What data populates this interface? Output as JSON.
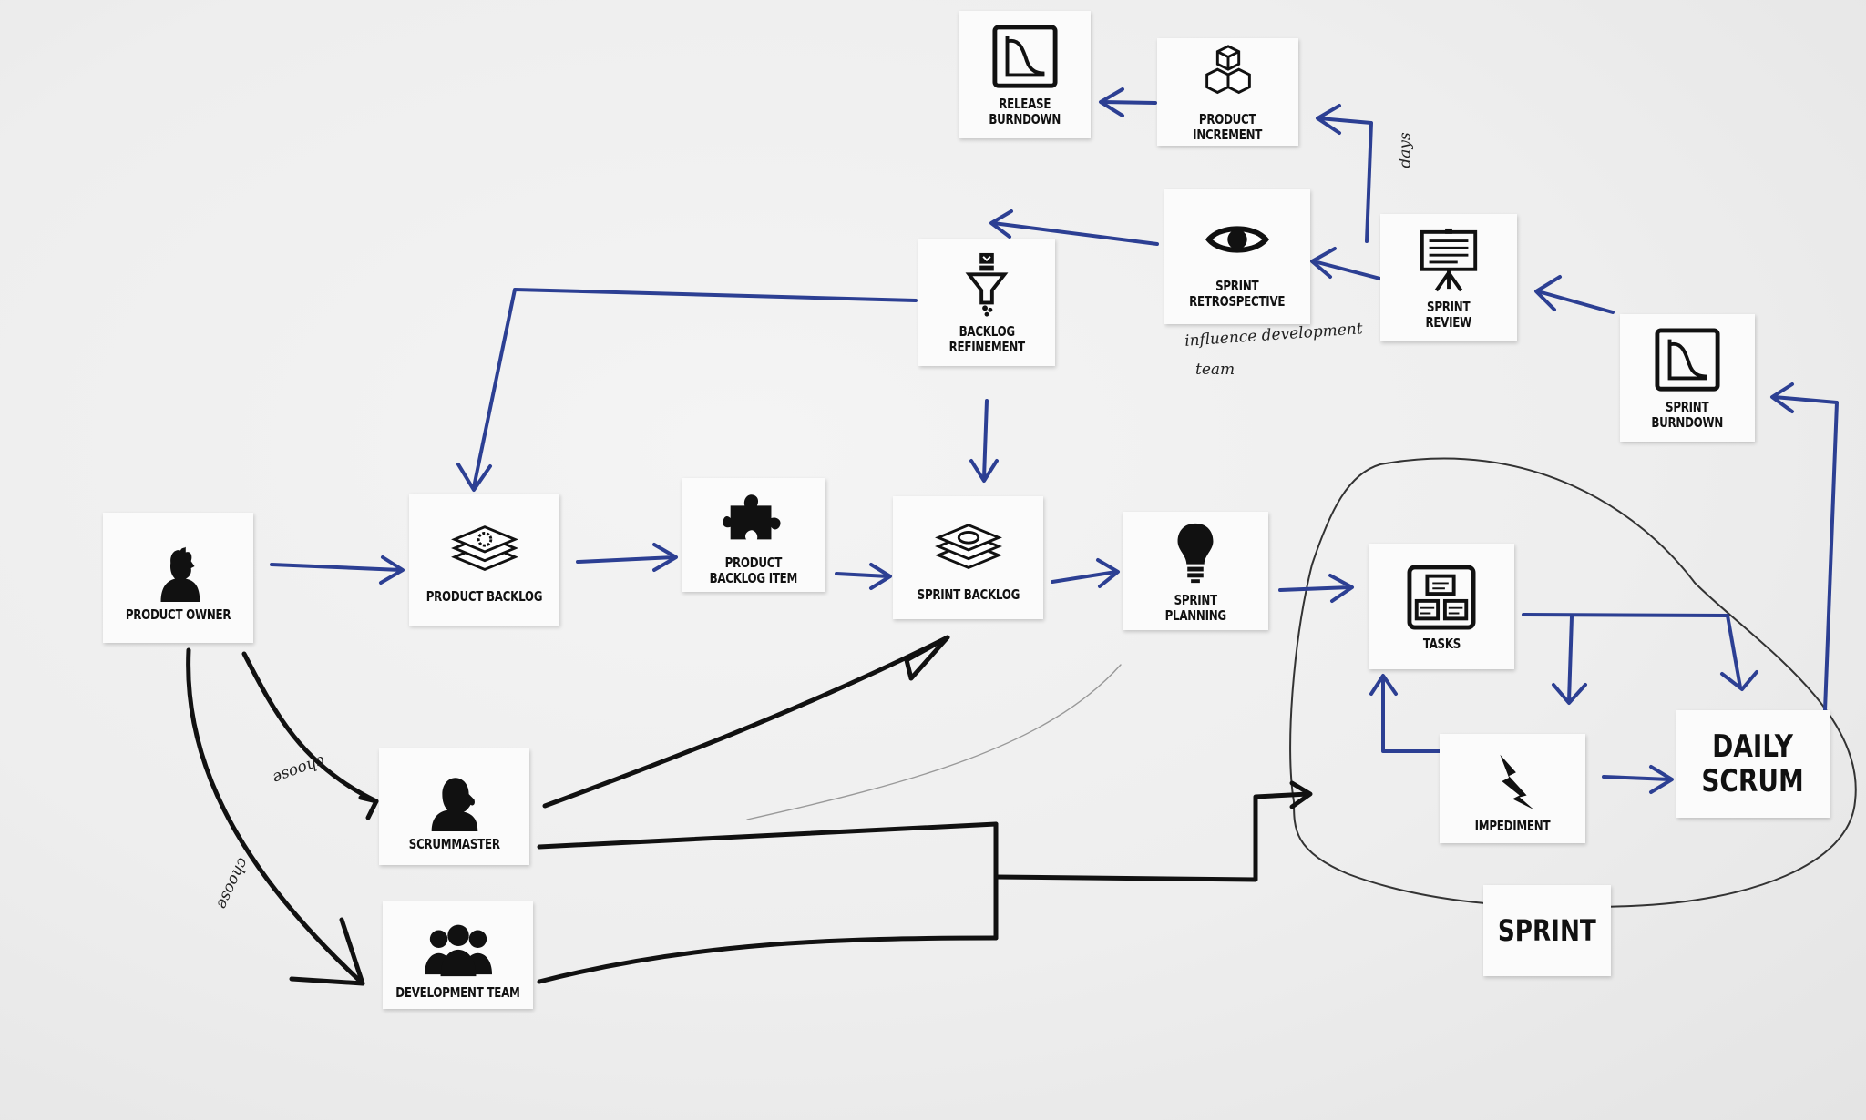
{
  "cards": {
    "product_owner": "PRODUCT OWNER",
    "product_backlog": "PRODUCT BACKLOG",
    "product_backlog_item": "PRODUCT\nBACKLOG ITEM",
    "sprint_backlog": "SPRINT BACKLOG",
    "sprint_planning": "SPRINT\nPLANNING",
    "backlog_refinement": "BACKLOG\nREFINEMENT",
    "release_burndown": "RELEASE\nBURNDOWN",
    "product_increment": "PRODUCT\nINCREMENT",
    "sprint_retrospective": "SPRINT\nRETROSPECTIVE",
    "sprint_review": "SPRINT\nREVIEW",
    "sprint_burndown": "SPRINT\nBURNDOWN",
    "tasks": "TASKS",
    "impediment": "IMPEDIMENT",
    "daily_scrum": "DAILY\nSCRUM",
    "scrummaster": "SCRUMMASTER",
    "development_team": "DEVELOPMENT TEAM",
    "sprint": "SPRINT"
  },
  "annotations": {
    "influence": "influence development",
    "team": "team",
    "days": "days",
    "choose_upper": "choose",
    "choose_lower": "choose"
  },
  "colors": {
    "blue_ink": "#2c3f93",
    "black_ink": "#111111",
    "pencil": "#333333"
  },
  "icons": {
    "product_owner": "person-head-icon",
    "product_backlog": "stacked-layers-icon",
    "product_backlog_item": "puzzle-piece-icon",
    "sprint_backlog": "stacked-layers-circle-icon",
    "sprint_planning": "light-bulb-icon",
    "backlog_refinement": "funnel-icon",
    "release_burndown": "burndown-chart-icon",
    "product_increment": "cubes-icon",
    "sprint_retrospective": "eye-icon",
    "sprint_review": "presentation-board-icon",
    "sprint_burndown": "burndown-chart-icon",
    "tasks": "task-board-icon",
    "impediment": "lightning-icon",
    "scrummaster": "woman-head-icon",
    "development_team": "group-icon"
  }
}
